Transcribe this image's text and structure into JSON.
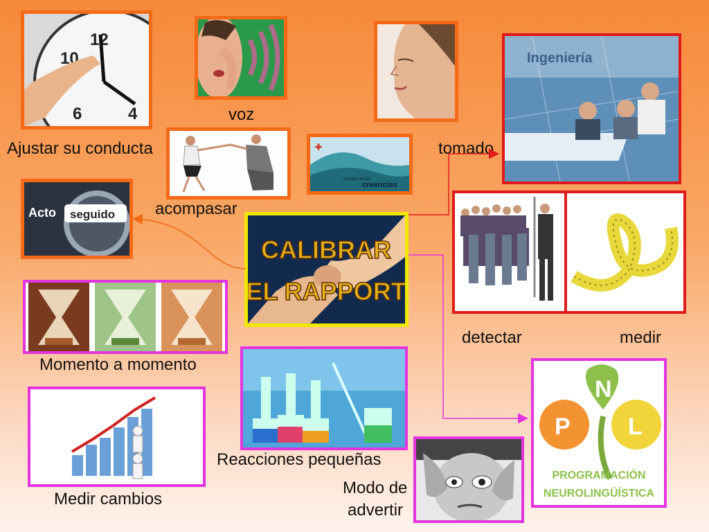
{
  "center": {
    "title_line1": "CALIBRAR",
    "title_line2": "EL RAPPORT"
  },
  "labels": {
    "voz": "voz",
    "ajustar": "Ajustar su conducta",
    "tomado": "tomado",
    "acompasar": "acompasar",
    "detectar": "detectar",
    "medir": "medir",
    "momento": "Momento a momento",
    "reacciones": "Reacciones pequeñas",
    "medir_cambios": "Medir cambios",
    "modo_line1": "Modo de",
    "modo_line2": "advertir"
  },
  "image_texts": {
    "ingenieria": "Ingeniería",
    "acto": "Acto",
    "seguido": "seguido",
    "creencias_small": "el poder de las",
    "creencias": "creencias",
    "pnl_p": "P",
    "pnl_n": "N",
    "pnl_l": "L",
    "pnl_line1": "PROGRAMACIÓN",
    "pnl_line2": "NEUROLINGÜÍSTICA"
  },
  "colors": {
    "orange_border": "#f46a16",
    "red_border": "#e01a1a",
    "magenta_border": "#e433e0",
    "yellow_border": "#f0e800",
    "title_gold": "#e8b21a"
  }
}
